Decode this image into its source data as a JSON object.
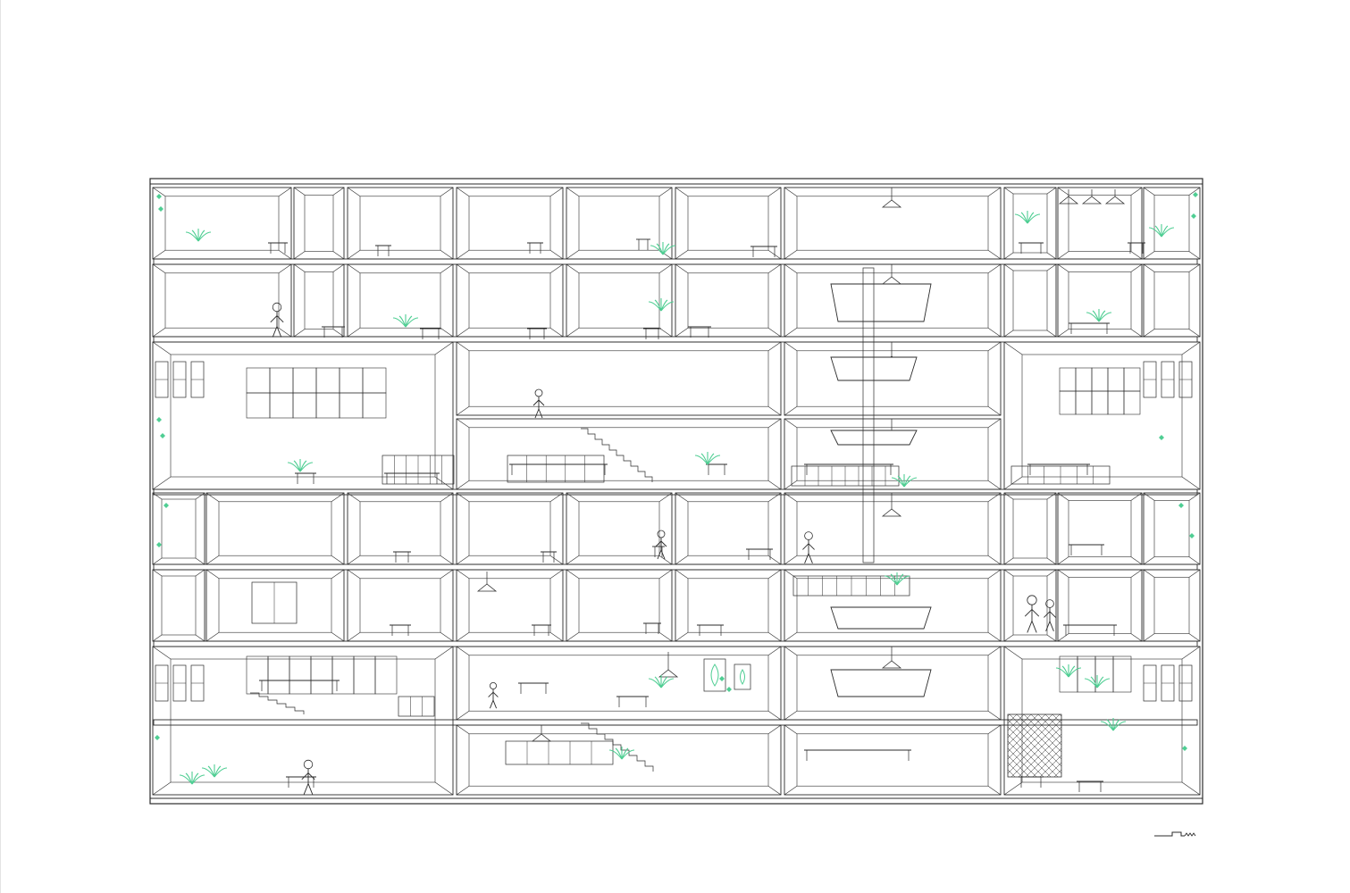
{
  "drawing": {
    "kind": "sectional perspective of a residential building",
    "floors": 6,
    "bays": 8,
    "line_color": "#2b2b2b",
    "accent_color": "#4fce93",
    "background": "#ffffff"
  },
  "scale_bar": {
    "present": true
  }
}
